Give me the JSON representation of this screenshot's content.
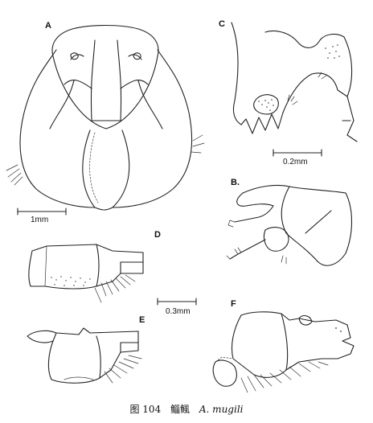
{
  "panels": {
    "A": "A",
    "B": "B.",
    "C": "C",
    "D": "D",
    "E": "E",
    "F": "F"
  },
  "scales": {
    "a": "1mm",
    "c": "0.2mm",
    "de": "0.3mm"
  },
  "caption": {
    "figure": "图 104",
    "species_cn": "鲻鲺",
    "species_latin": "A. mugili"
  }
}
